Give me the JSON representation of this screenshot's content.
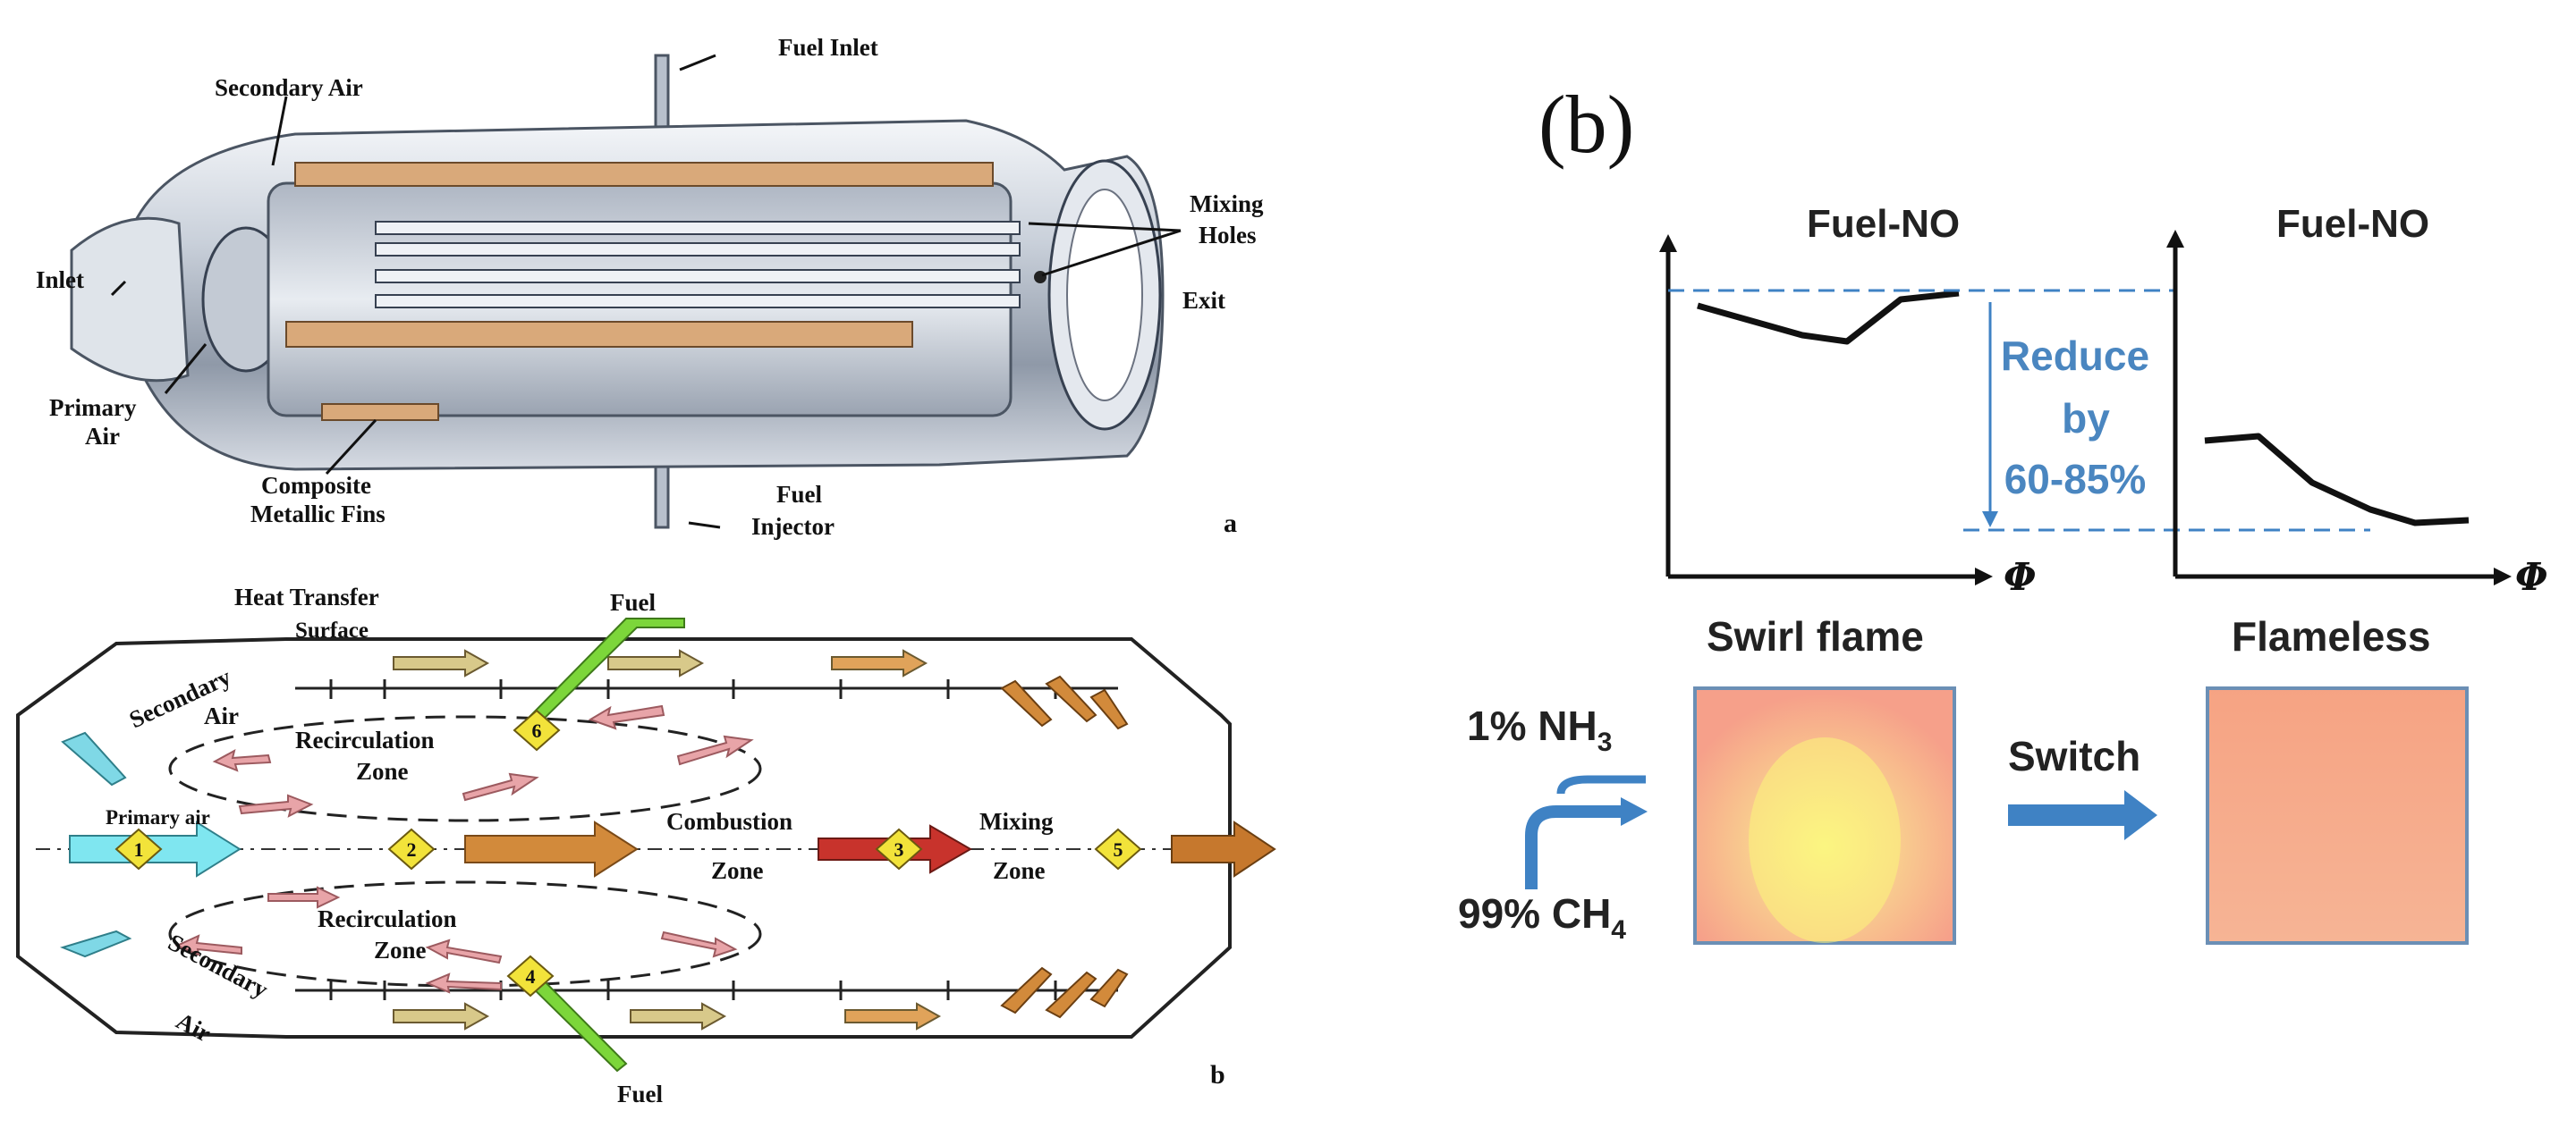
{
  "panel_a": {
    "labels": {
      "fuel_inlet": "Fuel Inlet",
      "secondary_air": "Secondary Air",
      "mixing": "Mixing",
      "holes": "Holes",
      "inlet": "Inlet",
      "exit": "Exit",
      "primary": "Primary",
      "air": "Air",
      "composite": "Composite",
      "metallic_fins": "Metallic Fins",
      "fuel": "Fuel",
      "injector": "Injector",
      "letter": "a"
    }
  },
  "panel_b_left": {
    "labels": {
      "heat_transfer": "Heat Transfer",
      "surface": "Surface",
      "fuel_top": "Fuel",
      "fuel_bottom": "Fuel",
      "secondary_top": "Secondary",
      "air_top": "Air",
      "secondary_bottom": "Secondary",
      "air_bottom": "Air",
      "recirculation_top": "Recirculation",
      "zone_top": "Zone",
      "recirculation_bottom": "Recirculation",
      "zone_bottom": "Zone",
      "primary_air": "Primary air",
      "combustion": "Combustion",
      "combustion_zone": "Zone",
      "mixing": "Mixing",
      "mixing_zone": "Zone",
      "letter": "b"
    },
    "markers": [
      "1",
      "2",
      "3",
      "4",
      "5",
      "6"
    ]
  },
  "panel_b_right": {
    "panel_label": "(b)",
    "left_chart_title": "Fuel-NO",
    "right_chart_title": "Fuel-NO",
    "axis_symbol_left": "Φ",
    "axis_symbol_right": "Φ",
    "reduce_1": "Reduce",
    "reduce_2": "by",
    "reduce_3": "60-85%",
    "swirl_flame": "Swirl flame",
    "flameless": "Flameless",
    "switch": "Switch",
    "nh3_prefix": "1% NH",
    "nh3_sub": "3",
    "ch4_prefix": "99% CH",
    "ch4_sub": "4",
    "colors": {
      "accent_blue": "#3f82c4",
      "text_blue": "#4a86c0"
    }
  }
}
